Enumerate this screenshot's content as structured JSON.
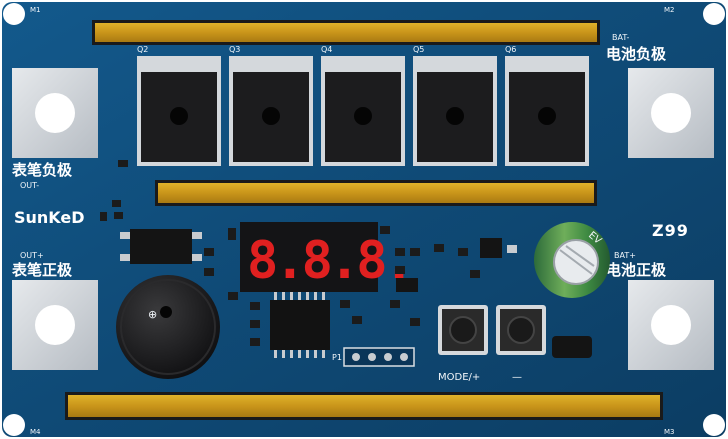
{
  "board": {
    "corner_labels": {
      "top_left": "M1",
      "top_right": "M2",
      "bottom_left": "M4",
      "bottom_right": "M3"
    },
    "brand": "SunKeD",
    "model": "Z99",
    "display_value": "8.8.8."
  },
  "mosfets": [
    {
      "label": "Q2"
    },
    {
      "label": "Q3"
    },
    {
      "label": "Q4"
    },
    {
      "label": "Q5"
    },
    {
      "label": "Q6"
    }
  ],
  "terminals": {
    "bat_minus": {
      "tag": "BAT-",
      "name": "电池负极"
    },
    "out_minus": {
      "name": "表笔负极",
      "tag": "OUT-"
    },
    "out_plus": {
      "tag": "OUT+",
      "name": "表笔正极"
    },
    "bat_plus": {
      "tag": "BAT+",
      "name": "电池正极"
    }
  },
  "buttons": {
    "mode_label": "MODE/+",
    "minus_label": "—"
  },
  "header": {
    "label": "P1"
  },
  "colors": {
    "pcb": "#0f4a76",
    "pcb_dark": "#0a3558",
    "copper": "#d1a01c",
    "pad": "#cfd4da",
    "mosfet": "#1c1c1e",
    "display_red": "#ff2a2a"
  }
}
